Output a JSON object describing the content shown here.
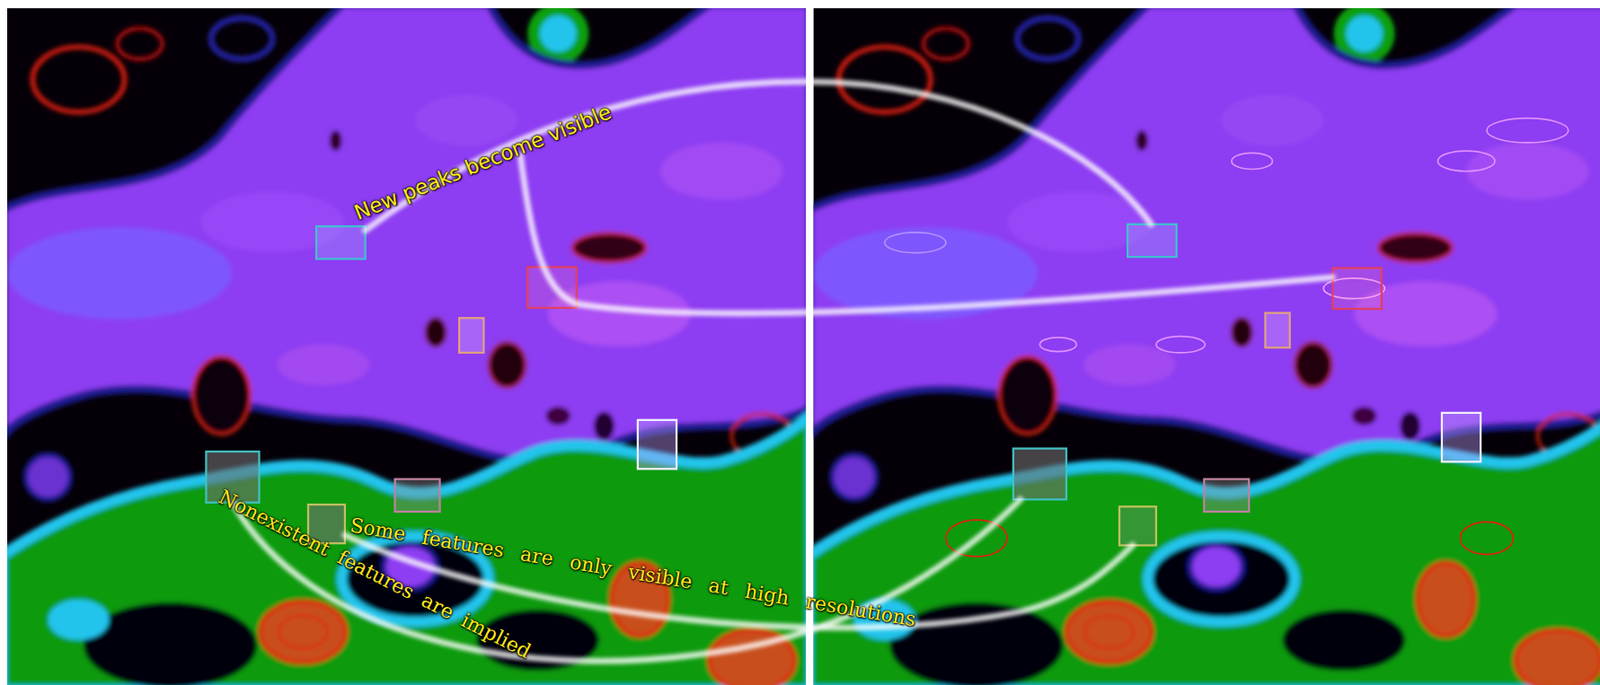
{
  "diagram": {
    "labels": [
      "New peaks become visible",
      "Some features are only visible at high resolutions",
      "Nonexistent features are implied"
    ]
  }
}
